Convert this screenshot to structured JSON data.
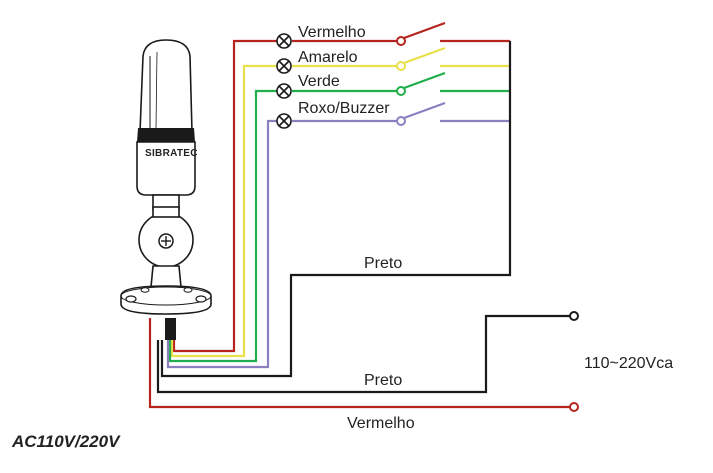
{
  "brand": "SIBRATEC",
  "caption": "AC110V/220V",
  "supply_label": "110~220Vca",
  "colors": {
    "red": "#b5251f",
    "yellow": "#e9e04a",
    "green": "#1fae4b",
    "purple": "#8b7fc0",
    "black": "#1a1a1a"
  },
  "channels": [
    {
      "label": "Vermelho",
      "color": "red"
    },
    {
      "label": "Amarelo",
      "color": "yellow"
    },
    {
      "label": "Verde",
      "color": "green"
    },
    {
      "label": "Roxo/Buzzer",
      "color": "purple"
    }
  ],
  "wires": {
    "common_upper": "Preto",
    "neutral": "Preto",
    "phase": "Vermelho"
  }
}
